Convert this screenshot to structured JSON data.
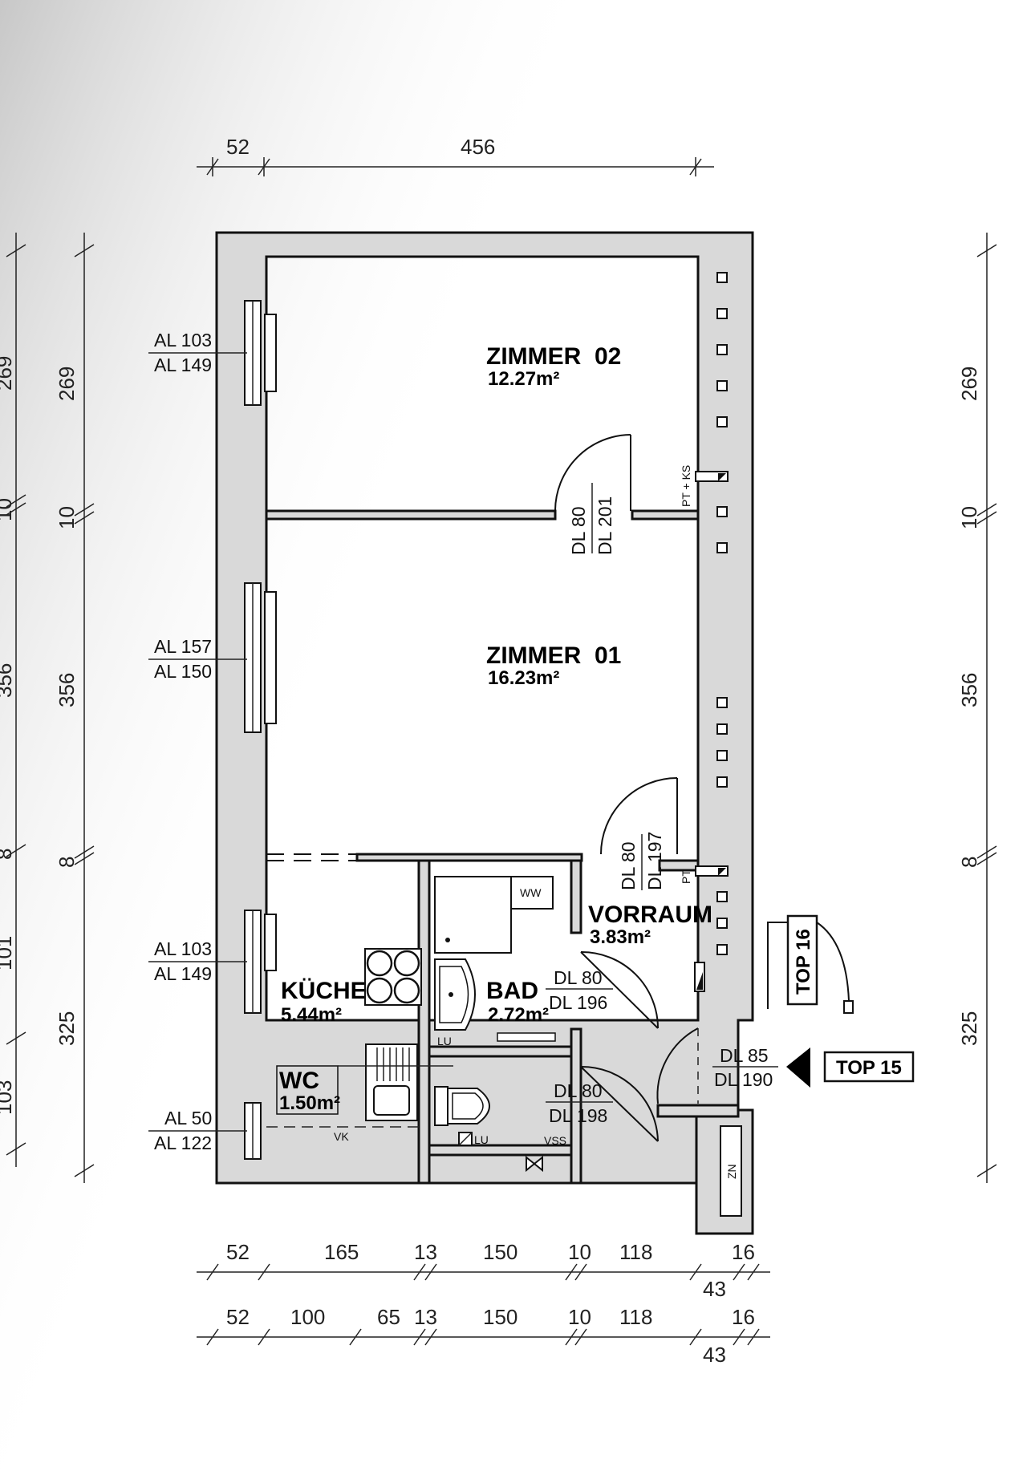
{
  "rooms": {
    "zimmer02": {
      "name": "ZIMMER  02",
      "area": "12.27m²"
    },
    "zimmer01": {
      "name": "ZIMMER  01",
      "area": "16.23m²"
    },
    "kueche": {
      "name": "KÜCHE",
      "area": "5.44m²"
    },
    "bad": {
      "name": "BAD",
      "area": "2.72m²"
    },
    "vorraum": {
      "name": "VORRAUM",
      "area": "3.83m²"
    },
    "wc": {
      "name": "WC",
      "area": "1.50m²"
    }
  },
  "windows": [
    {
      "top": "AL 103",
      "bottom": "AL 149"
    },
    {
      "top": "AL 157",
      "bottom": "AL 150"
    },
    {
      "top": "AL 103",
      "bottom": "AL 149"
    },
    {
      "top": "AL 50",
      "bottom": "AL 122"
    }
  ],
  "doors": {
    "zimmer02": {
      "top": "DL 80",
      "bottom": "DL 201"
    },
    "zimmer01": {
      "top": "DL 80",
      "bottom": "DL 197"
    },
    "bad": {
      "top": "DL 80",
      "bottom": "DL 196"
    },
    "wc": {
      "top": "DL 80",
      "bottom": "DL 198"
    },
    "entry": {
      "top": "DL 85",
      "bottom": "DL 190"
    }
  },
  "labels": {
    "top15": "TOP 15",
    "top16": "TOP 16",
    "ptks": "PT + KS",
    "pt": "PT",
    "ww": "WW",
    "lu1": "LU",
    "lu2": "LU",
    "vss": "VSS",
    "vk": "VK",
    "zn": "ZN"
  },
  "dimensions": {
    "top": [
      "52",
      "456"
    ],
    "bottom1": [
      "52",
      "165",
      "13",
      "150",
      "10",
      "118",
      "16",
      "43"
    ],
    "bottom2": [
      "52",
      "100",
      "65",
      "13",
      "150",
      "10",
      "118",
      "16",
      "43"
    ],
    "left_outer": [
      "269",
      "10",
      "356",
      "8",
      "101",
      "103"
    ],
    "left": [
      "269",
      "10",
      "356",
      "8",
      "325"
    ],
    "right": [
      "269",
      "10",
      "356",
      "8",
      "325"
    ]
  }
}
